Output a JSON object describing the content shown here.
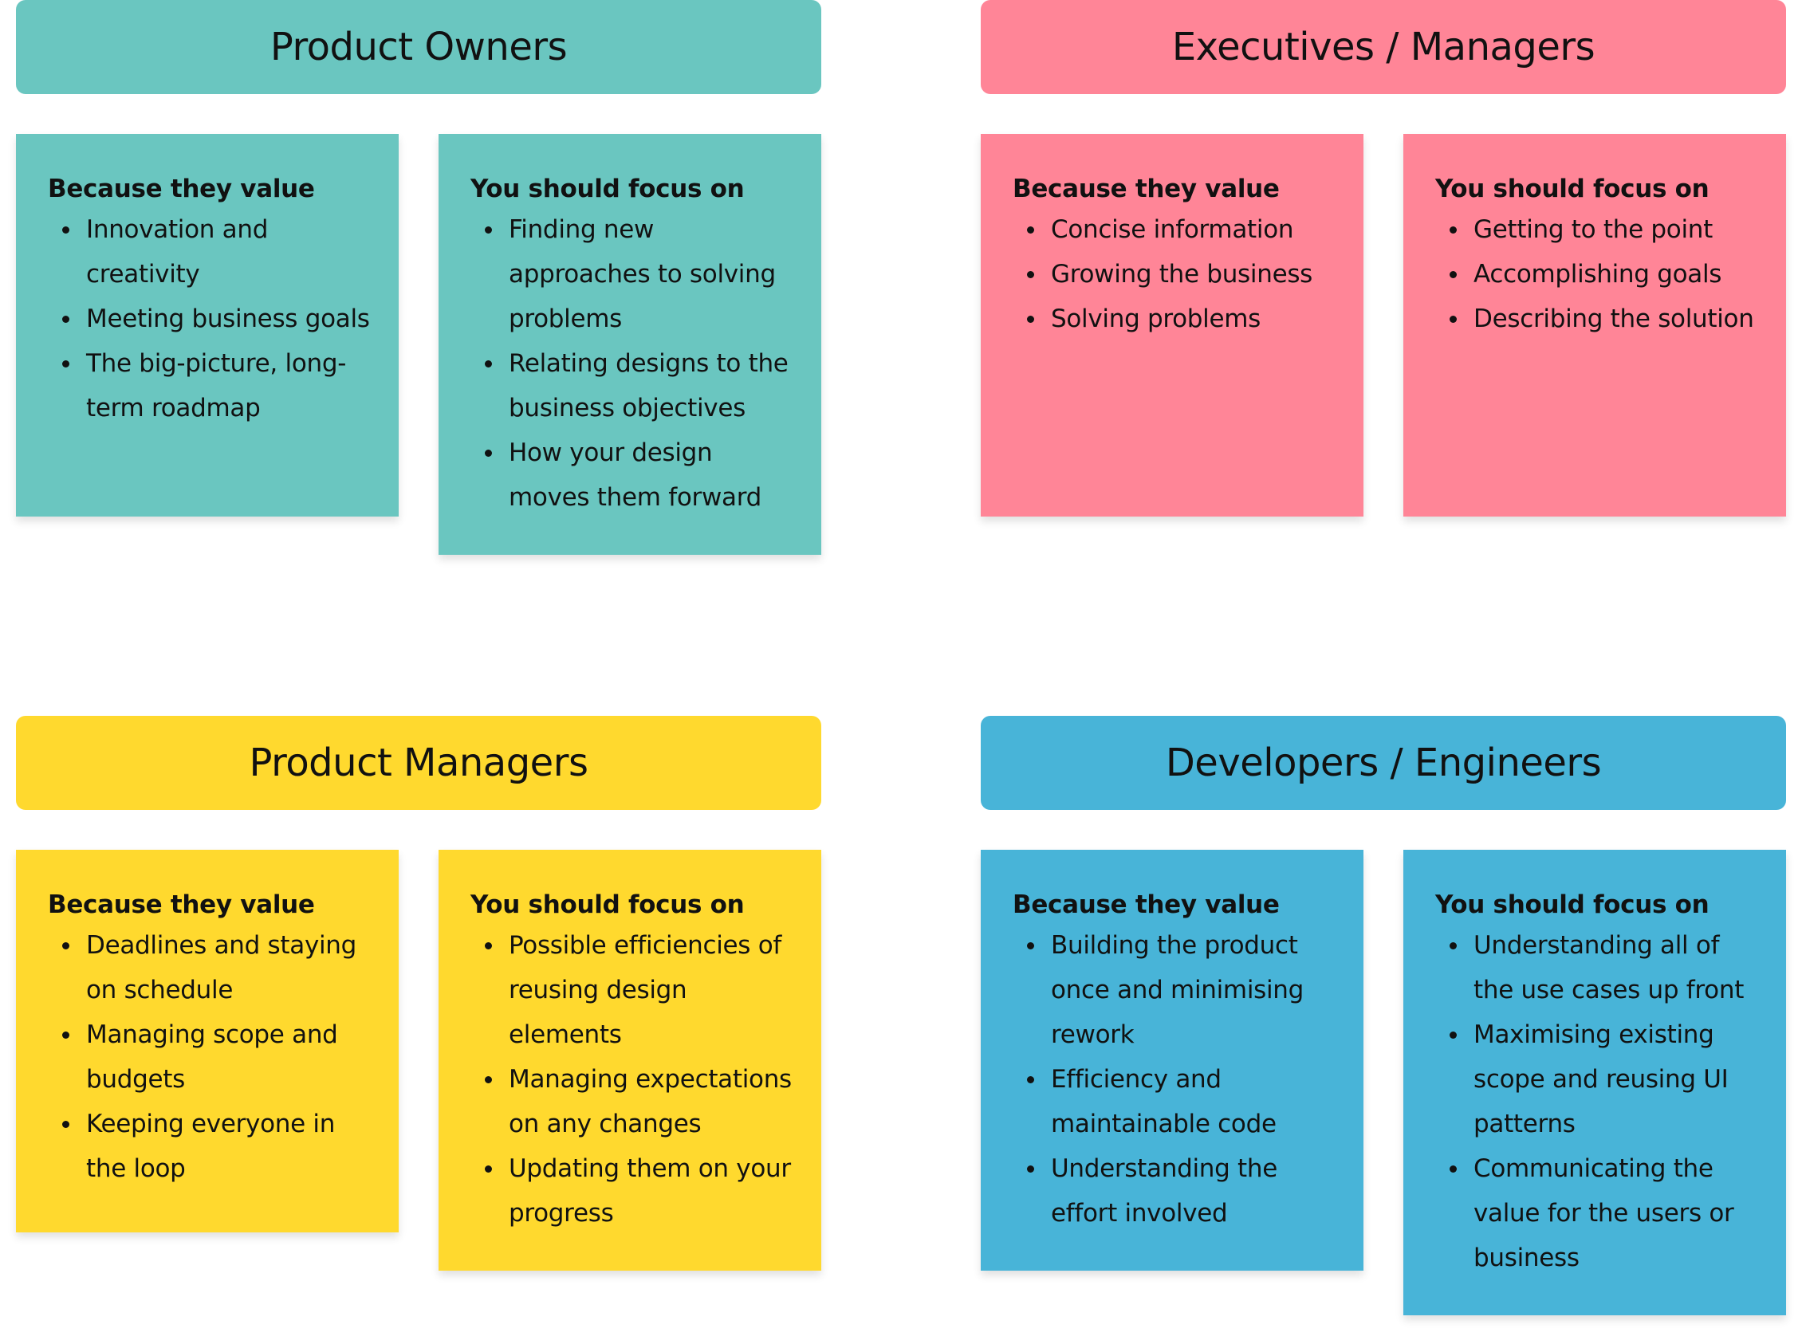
{
  "colors": {
    "teal": "#6AC6C0",
    "pink": "#FF8597",
    "yellow": "#FFD92E",
    "blue": "#48B4D8"
  },
  "groups": [
    {
      "title": "Product Owners",
      "color": "#6AC6C0",
      "value_heading": "Because they value",
      "value_items": [
        "Innovation and creativity",
        "Meeting business goals",
        "The big-picture, long-term roadmap"
      ],
      "focus_heading": "You should focus on",
      "focus_items": [
        "Finding new approaches to solving problems",
        "Relating designs to the business objectives",
        "How your design moves them forward"
      ]
    },
    {
      "title": "Executives / Managers",
      "color": "#FF8597",
      "value_heading": "Because they value",
      "value_items": [
        "Concise information",
        "Growing the business",
        "Solving problems"
      ],
      "focus_heading": "You should focus on",
      "focus_items": [
        "Getting to the point",
        "Accomplishing goals",
        "Describing the solution"
      ]
    },
    {
      "title": "Product Managers",
      "color": "#FFD92E",
      "value_heading": "Because they value",
      "value_items": [
        "Deadlines and staying on schedule",
        "Managing scope and budgets",
        "Keeping everyone in the loop"
      ],
      "focus_heading": "You should focus on",
      "focus_items": [
        "Possible efficiencies of reusing design elements",
        "Managing expectations on any changes",
        "Updating them on your progress"
      ]
    },
    {
      "title": "Developers / Engineers",
      "color": "#48B4D8",
      "value_heading": "Because they value",
      "value_items": [
        "Building the product once and minimising rework",
        "Efficiency and maintainable code",
        "Understanding the effort involved"
      ],
      "focus_heading": "You should focus on",
      "focus_items": [
        "Understanding all of the use cases up front",
        "Maximising existing scope and reusing UI patterns",
        "Communicating the value for the users or business"
      ]
    }
  ]
}
